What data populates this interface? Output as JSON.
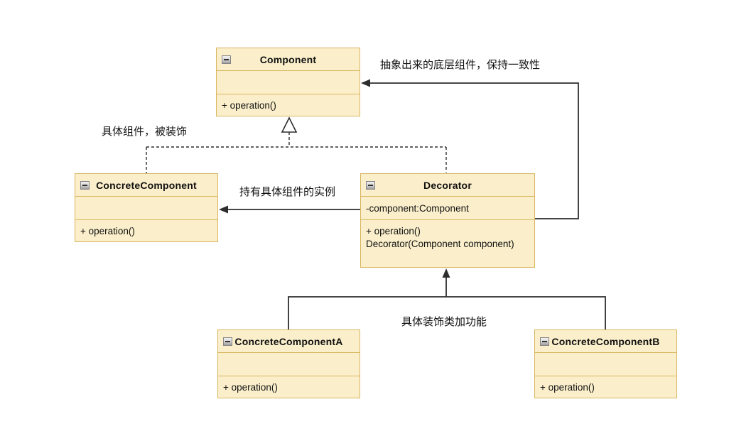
{
  "classes": {
    "component": {
      "name": "Component",
      "attribute": "",
      "methods": [
        "+ operation()"
      ]
    },
    "concreteComponent": {
      "name": "ConcreteComponent",
      "attribute": "",
      "methods": [
        "+ operation()"
      ]
    },
    "decorator": {
      "name": "Decorator",
      "attribute": "-component:Component",
      "methods": [
        "+ operation()",
        "Decorator(Component component)"
      ]
    },
    "concreteComponentA": {
      "name": "ConcreteComponentA",
      "attribute": "",
      "methods": [
        "+ operation()"
      ]
    },
    "concreteComponentB": {
      "name": "ConcreteComponentB",
      "attribute": "",
      "methods": [
        "+ operation()"
      ]
    }
  },
  "annotations": {
    "abstract_component": "抽象出来的底层组件，保持一致性",
    "concrete_component": "具体组件，被装饰",
    "holds_instance": "持有具体组件的实例",
    "concrete_decorators": "具体装饰类加功能"
  },
  "icons": {
    "collapse": "minus-collapse"
  },
  "colors": {
    "class_fill": "#FBEFCB",
    "class_border": "#D9B65F",
    "connector": "#2D2D2D"
  }
}
